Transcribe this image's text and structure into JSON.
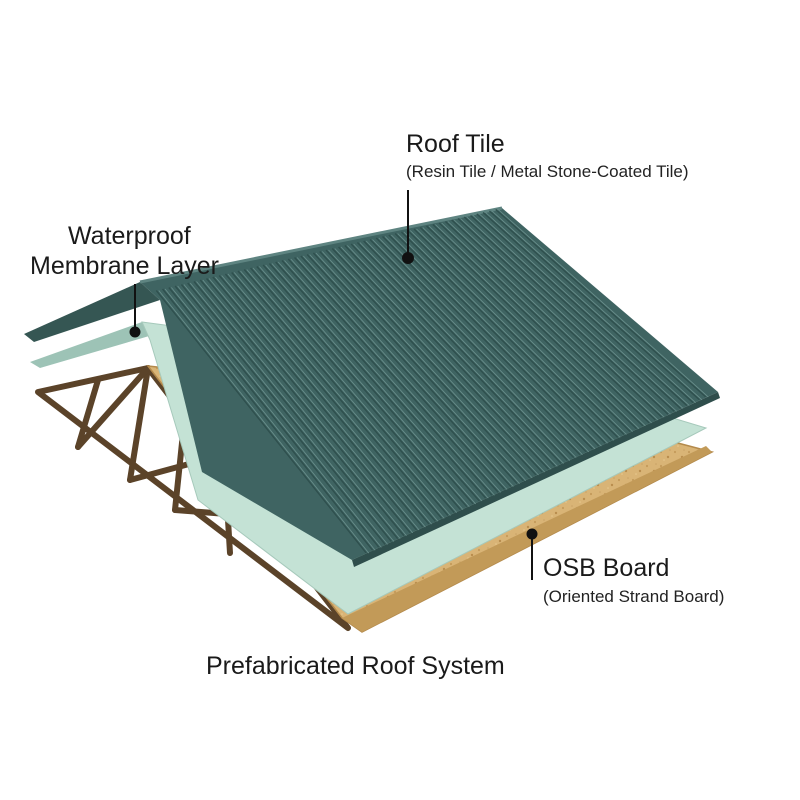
{
  "labels": {
    "roof_tile": {
      "title": "Roof Tile",
      "subtitle": "(Resin Tile / Metal Stone-Coated Tile)"
    },
    "membrane": {
      "line1": "Waterproof",
      "line2": "Membrane Layer"
    },
    "osb": {
      "title": "OSB Board",
      "subtitle": "(Oriented Strand Board)"
    }
  },
  "caption": "Prefabricated Roof System",
  "layers": [
    {
      "name": "Roof Tile",
      "color": "#3f6462"
    },
    {
      "name": "Waterproof Membrane Layer",
      "color": "#c4e2d5"
    },
    {
      "name": "OSB Board",
      "color": "#d9b476"
    },
    {
      "name": "Truss",
      "color": "#5b4329"
    }
  ]
}
